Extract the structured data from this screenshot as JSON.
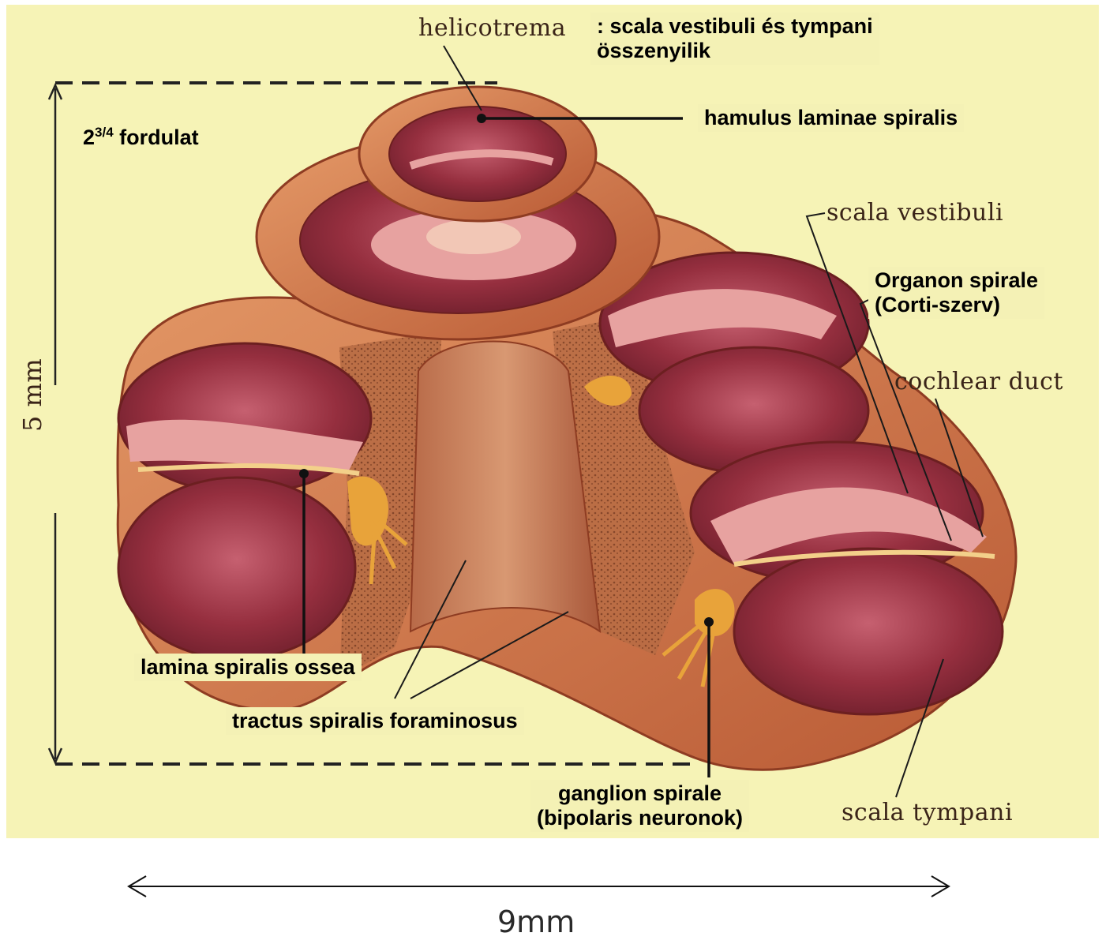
{
  "labels": {
    "helicotrema": "helicotrema",
    "helicotrema_note_1": ": scala vestibuli és tympani",
    "helicotrema_note_2": "összenyilik",
    "hamulus": "hamulus laminae spiralis",
    "turns_base": "2",
    "turns_sup": "3/4",
    "turns_word": " fordulat",
    "scala_vestibuli": "scala vestibuli",
    "organon_1": "Organon spirale",
    "organon_2": "(Corti-szerv)",
    "cochlear_duct": "cochlear duct",
    "height": "5 mm",
    "lamina": "lamina spiralis ossea",
    "tractus": "tractus spiralis foraminosus",
    "ganglion_1": "ganglion spirale",
    "ganglion_2": "(bipolaris neuronok)",
    "scala_tympani": "scala tympani",
    "width": "9mm"
  },
  "colors": {
    "background_panel": "#f6f3b6",
    "bone": "#d9804f",
    "bone_dark": "#a8502e",
    "cavity": "#8f2f3a",
    "membrane": "#e7a2a0",
    "nerve": "#e8a33a"
  }
}
